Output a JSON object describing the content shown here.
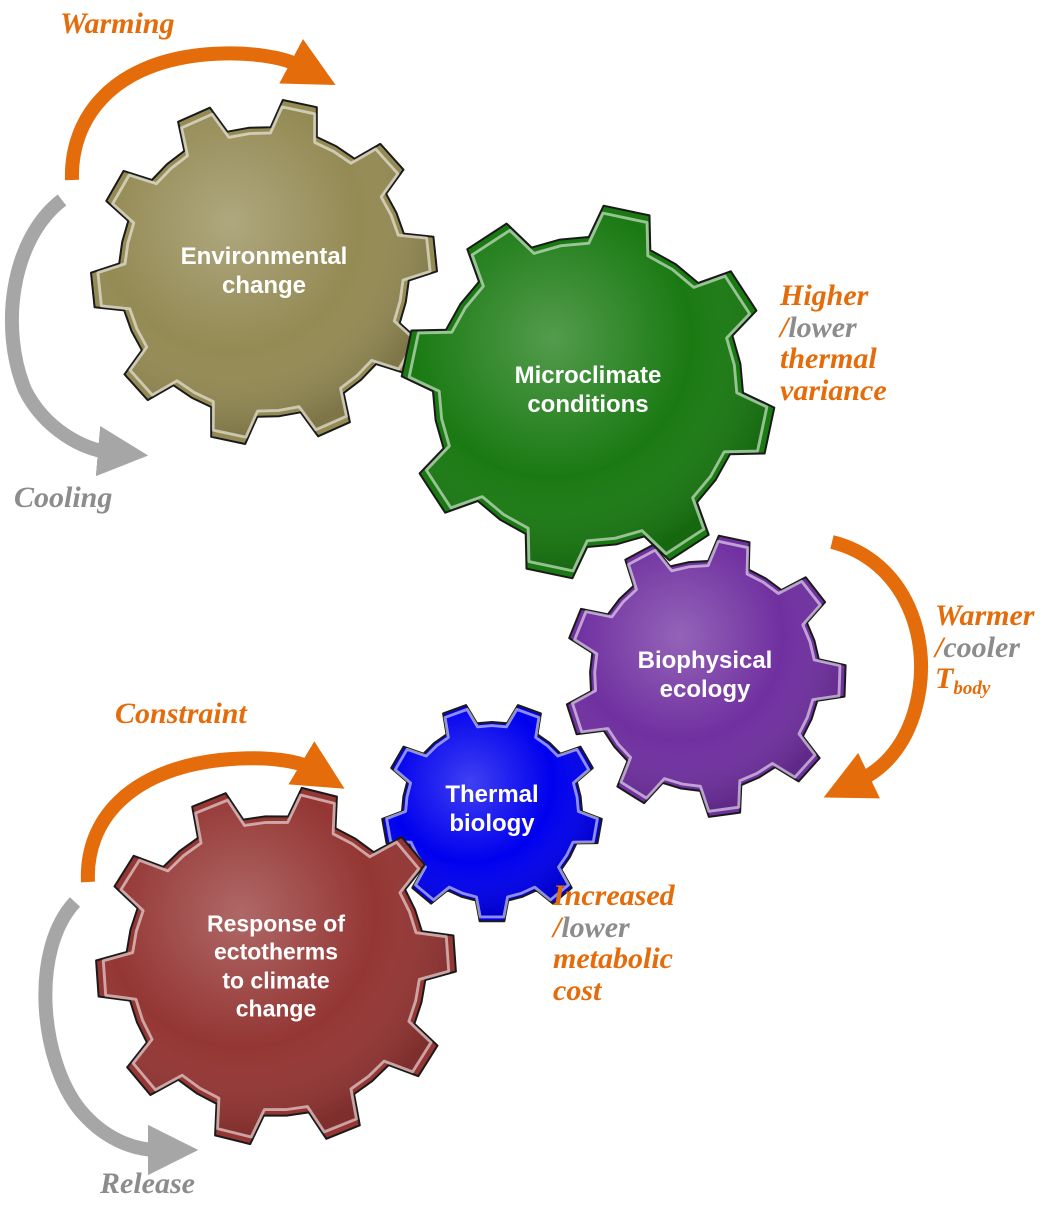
{
  "colors": {
    "orange": "#e46c0a",
    "gray": "#8c8c8c",
    "environmental": "#948a54",
    "microclimate": "#1a7a12",
    "biophysical": "#7030a0",
    "thermal": "#0000ee",
    "response": "#943634"
  },
  "gears": {
    "environmental": {
      "line1": "Environmental",
      "line2": "change",
      "color_name": "olive"
    },
    "microclimate": {
      "line1": "Microclimate",
      "line2": "conditions",
      "color_name": "green"
    },
    "biophysical": {
      "line1": "Biophysical",
      "line2": "ecology",
      "color_name": "purple"
    },
    "thermal": {
      "line1": "Thermal",
      "line2": "biology",
      "color_name": "blue"
    },
    "response": {
      "line1": "Response of",
      "line2": "ectotherms",
      "line3": "to climate",
      "line4": "change",
      "color_name": "dark-red"
    }
  },
  "labels": {
    "warming": "Warming",
    "cooling": "Cooling",
    "constraint": "Constraint",
    "release": "Release",
    "variance": {
      "a": "Higher",
      "sep": "/",
      "b": "lower",
      "c": "thermal",
      "d": "variance"
    },
    "tbody": {
      "a": "Warmer",
      "sep": "/",
      "b": "cooler",
      "c": "T",
      "c_sub": "body"
    },
    "metabolic": {
      "a": "Increased",
      "sep": "/",
      "b": "lower",
      "c": "metabolic",
      "d": "cost"
    }
  }
}
